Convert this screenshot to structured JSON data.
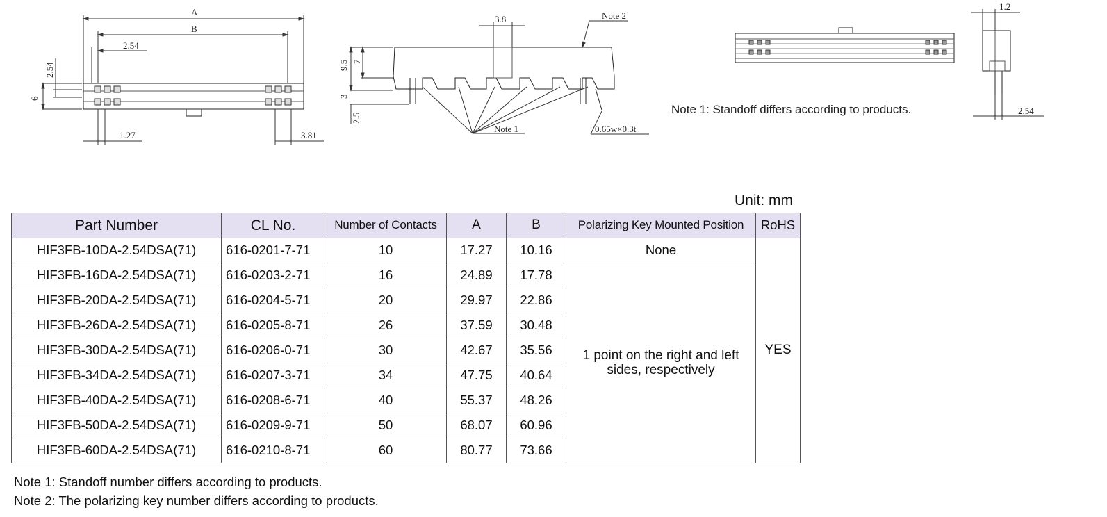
{
  "drawing": {
    "front": {
      "dim_a": "A",
      "dim_b": "B",
      "dim_pitch": "2.54",
      "dim_row": "2.54",
      "dim_height": "6",
      "dim_offset": "1.27",
      "dim_end": "3.81"
    },
    "side": {
      "dim_key": "3.8",
      "note2": "Note 2",
      "dim_total": "9.5",
      "dim_body": "7",
      "dim_standoff": "3",
      "dim_pin": "2.5",
      "note1": "Note 1",
      "pin_size": "0.65w×0.3t"
    },
    "end": {
      "dim_width": "1.2",
      "dim_pitch": "2.54"
    },
    "side_note": "Note 1: Standoff differs according to products."
  },
  "unit_label": "Unit: mm",
  "table": {
    "headers": {
      "part": "Part Number",
      "cl": "CL No.",
      "contacts": "Number of Contacts",
      "a": "A",
      "b": "B",
      "key": "Polarizing Key Mounted Position",
      "rohs": "RoHS"
    },
    "rows": [
      {
        "part": "HIF3FB-10DA-2.54DSA(71)",
        "cl": "616-0201-7-71",
        "contacts": "10",
        "a": "17.27",
        "b": "10.16"
      },
      {
        "part": "HIF3FB-16DA-2.54DSA(71)",
        "cl": "616-0203-2-71",
        "contacts": "16",
        "a": "24.89",
        "b": "17.78"
      },
      {
        "part": "HIF3FB-20DA-2.54DSA(71)",
        "cl": "616-0204-5-71",
        "contacts": "20",
        "a": "29.97",
        "b": "22.86"
      },
      {
        "part": "HIF3FB-26DA-2.54DSA(71)",
        "cl": "616-0205-8-71",
        "contacts": "26",
        "a": "37.59",
        "b": "30.48"
      },
      {
        "part": "HIF3FB-30DA-2.54DSA(71)",
        "cl": "616-0206-0-71",
        "contacts": "30",
        "a": "42.67",
        "b": "35.56"
      },
      {
        "part": "HIF3FB-34DA-2.54DSA(71)",
        "cl": "616-0207-3-71",
        "contacts": "34",
        "a": "47.75",
        "b": "40.64"
      },
      {
        "part": "HIF3FB-40DA-2.54DSA(71)",
        "cl": "616-0208-6-71",
        "contacts": "40",
        "a": "55.37",
        "b": "48.26"
      },
      {
        "part": "HIF3FB-50DA-2.54DSA(71)",
        "cl": "616-0209-9-71",
        "contacts": "50",
        "a": "68.07",
        "b": "60.96"
      },
      {
        "part": "HIF3FB-60DA-2.54DSA(71)",
        "cl": "616-0210-8-71",
        "contacts": "60",
        "a": "80.77",
        "b": "73.66"
      }
    ],
    "key_none": "None",
    "key_multi_line1": "1 point on the right and left",
    "key_multi_line2": "sides, respectively",
    "rohs_value": "YES",
    "header_bg": "#e4e0f1"
  },
  "notes": {
    "note1": "Note 1: Standoff number differs according to products.",
    "note2": "Note 2: The polarizing key number differs according to products."
  }
}
